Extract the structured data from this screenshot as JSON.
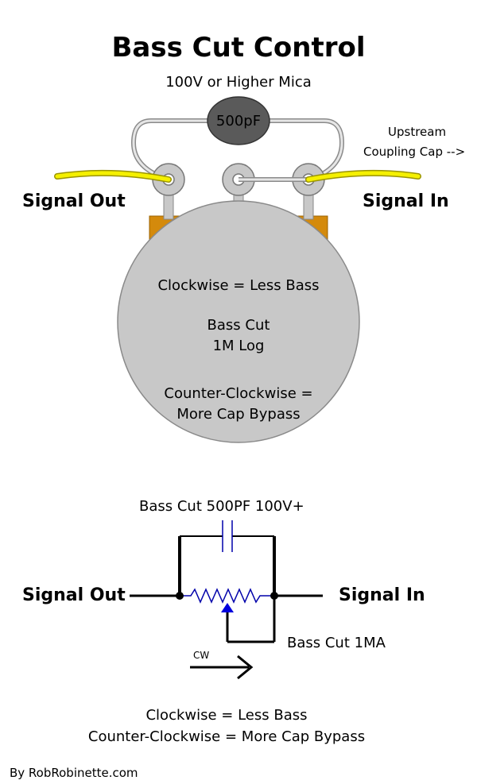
{
  "title": "Bass Cut Control",
  "capacitor_rating": "100V or Higher Mica",
  "capacitor_value": "500pF",
  "upstream_note_line1": "Upstream",
  "upstream_note_line2": "Coupling Cap -->",
  "signal_out": "Signal Out",
  "signal_in": "Signal In",
  "pot": {
    "clockwise": "Clockwise = Less Bass",
    "name": "Bass Cut",
    "value": "1M Log",
    "ccw_line1": "Counter-Clockwise =",
    "ccw_line2": "More Cap Bypass"
  },
  "schematic": {
    "cap_label": "Bass Cut 500PF 100V+",
    "signal_out": "Signal Out",
    "signal_in": "Signal In",
    "pot_label": "Bass Cut 1MA",
    "cw": "CW"
  },
  "notes": {
    "line1": "Clockwise = Less Bass",
    "line2": "Counter-Clockwise = More Cap Bypass"
  },
  "footer": "By RobRobinette.com",
  "colors": {
    "pot_body": "#c8c8c8",
    "pot_bracket": "#d48a0c",
    "wire_yellow": "#f5f000",
    "cap_body": "#5a5a5a",
    "wiper_arrow": "#0000dd"
  }
}
